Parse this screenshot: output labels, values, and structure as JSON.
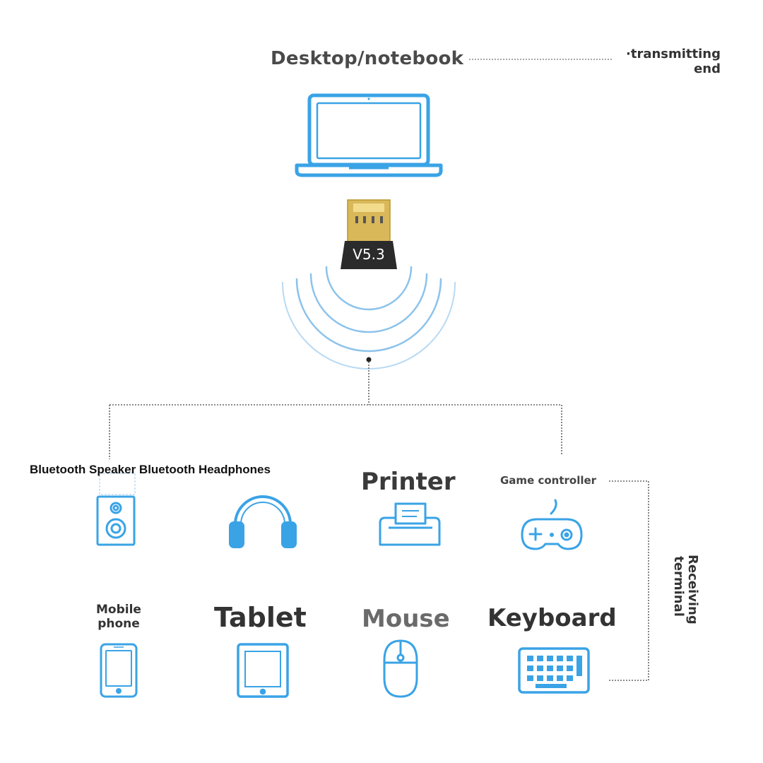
{
  "top": {
    "title": "Desktop/notebook",
    "side_label_line1": "·transmitting",
    "side_label_line2": "end"
  },
  "adapter": {
    "version": "V5.3"
  },
  "devices": {
    "speaker_headphones": "Bluetooth Speaker Bluetooth Headphones",
    "printer": "Printer",
    "game_controller": "Game controller",
    "mobile_line1": "Mobile",
    "mobile_line2": "phone",
    "tablet": "Tablet",
    "mouse": "Mouse",
    "keyboard": "Keyboard"
  },
  "receiving": {
    "line1": "Receiving",
    "line2": "terminal"
  },
  "colors": {
    "icon_blue": "#3aa3e6",
    "line_gray": "#777777"
  }
}
